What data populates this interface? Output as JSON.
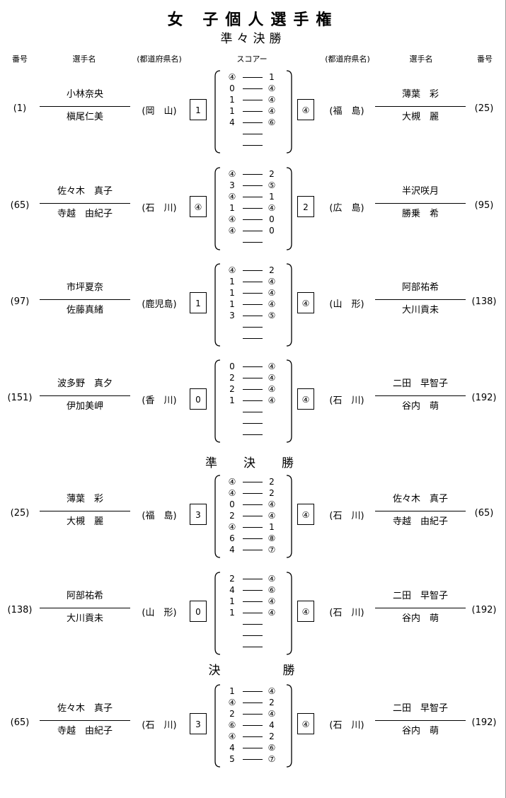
{
  "title": "女 子個人選手権",
  "subtitle": "準々決勝",
  "headers": {
    "num_left": "番号",
    "name_left": "選手名",
    "pref_left": "(都道府県名)",
    "score": "スコアー",
    "pref_right": "(都道府県名)",
    "name_right": "選手名",
    "num_right": "番号"
  },
  "semifinal_label": "準　決　勝",
  "final_label": "決　　　　勝",
  "matches": [
    {
      "left": {
        "num": "(1)",
        "name1": "小林奈央",
        "name2": "槇尾仁美",
        "pref": "(岡　山)",
        "total": "1"
      },
      "right": {
        "num": "(25)",
        "name1": "薄葉　彩",
        "name2": "大槻　麗",
        "pref": "(福　島)",
        "total": "④"
      },
      "games": [
        [
          "④",
          "1"
        ],
        [
          "0",
          "④"
        ],
        [
          "1",
          "④"
        ],
        [
          "1",
          "④"
        ],
        [
          "4",
          "⑥"
        ],
        [
          "",
          ""
        ],
        [
          "",
          ""
        ]
      ]
    },
    {
      "left": {
        "num": "(65)",
        "name1": "佐々木　真子",
        "name2": "寺越　由紀子",
        "pref": "(石　川)",
        "total": "④"
      },
      "right": {
        "num": "(95)",
        "name1": "半沢咲月",
        "name2": "勝乗　希",
        "pref": "(広　島)",
        "total": "2"
      },
      "games": [
        [
          "④",
          "2"
        ],
        [
          "3",
          "⑤"
        ],
        [
          "④",
          "1"
        ],
        [
          "1",
          "④"
        ],
        [
          "④",
          "0"
        ],
        [
          "④",
          "0"
        ],
        [
          "",
          ""
        ]
      ]
    },
    {
      "left": {
        "num": "(97)",
        "name1": "市坪夏奈",
        "name2": "佐藤真緒",
        "pref": "(鹿児島)",
        "total": "1"
      },
      "right": {
        "num": "(138)",
        "name1": "阿部祐希",
        "name2": "大川貢未",
        "pref": "(山　形)",
        "total": "④"
      },
      "games": [
        [
          "④",
          "2"
        ],
        [
          "1",
          "④"
        ],
        [
          "1",
          "④"
        ],
        [
          "1",
          "④"
        ],
        [
          "3",
          "⑤"
        ],
        [
          "",
          ""
        ],
        [
          "",
          ""
        ]
      ]
    },
    {
      "left": {
        "num": "(151)",
        "name1": "波多野　真夕",
        "name2": "伊加美岬",
        "pref": "(香　川)",
        "total": "0"
      },
      "right": {
        "num": "(192)",
        "name1": "二田　早智子",
        "name2": "谷内　萌",
        "pref": "(石　川)",
        "total": "④"
      },
      "games": [
        [
          "0",
          "④"
        ],
        [
          "2",
          "④"
        ],
        [
          "2",
          "④"
        ],
        [
          "1",
          "④"
        ],
        [
          "",
          ""
        ],
        [
          "",
          ""
        ],
        [
          "",
          ""
        ]
      ]
    },
    {
      "left": {
        "num": "(25)",
        "name1": "薄葉　彩",
        "name2": "大槻　麗",
        "pref": "(福　島)",
        "total": "3"
      },
      "right": {
        "num": "(65)",
        "name1": "佐々木　真子",
        "name2": "寺越　由紀子",
        "pref": "(石　川)",
        "total": "④"
      },
      "games": [
        [
          "④",
          "2"
        ],
        [
          "④",
          "2"
        ],
        [
          "0",
          "④"
        ],
        [
          "2",
          "④"
        ],
        [
          "④",
          "1"
        ],
        [
          "6",
          "⑧"
        ],
        [
          "4",
          "⑦"
        ]
      ]
    },
    {
      "left": {
        "num": "(138)",
        "name1": "阿部祐希",
        "name2": "大川貢未",
        "pref": "(山　形)",
        "total": "0"
      },
      "right": {
        "num": "(192)",
        "name1": "二田　早智子",
        "name2": "谷内　萌",
        "pref": "(石　川)",
        "total": "④"
      },
      "games": [
        [
          "2",
          "④"
        ],
        [
          "4",
          "⑥"
        ],
        [
          "1",
          "④"
        ],
        [
          "1",
          "④"
        ],
        [
          "",
          ""
        ],
        [
          "",
          ""
        ],
        [
          "",
          ""
        ]
      ]
    },
    {
      "left": {
        "num": "(65)",
        "name1": "佐々木　真子",
        "name2": "寺越　由紀子",
        "pref": "(石　川)",
        "total": "3"
      },
      "right": {
        "num": "(192)",
        "name1": "二田　早智子",
        "name2": "谷内　萌",
        "pref": "(石　川)",
        "total": "④"
      },
      "games": [
        [
          "1",
          "④"
        ],
        [
          "④",
          "2"
        ],
        [
          "2",
          "④"
        ],
        [
          "⑥",
          "4"
        ],
        [
          "④",
          "2"
        ],
        [
          "4",
          "⑥"
        ],
        [
          "5",
          "⑦"
        ]
      ]
    }
  ]
}
